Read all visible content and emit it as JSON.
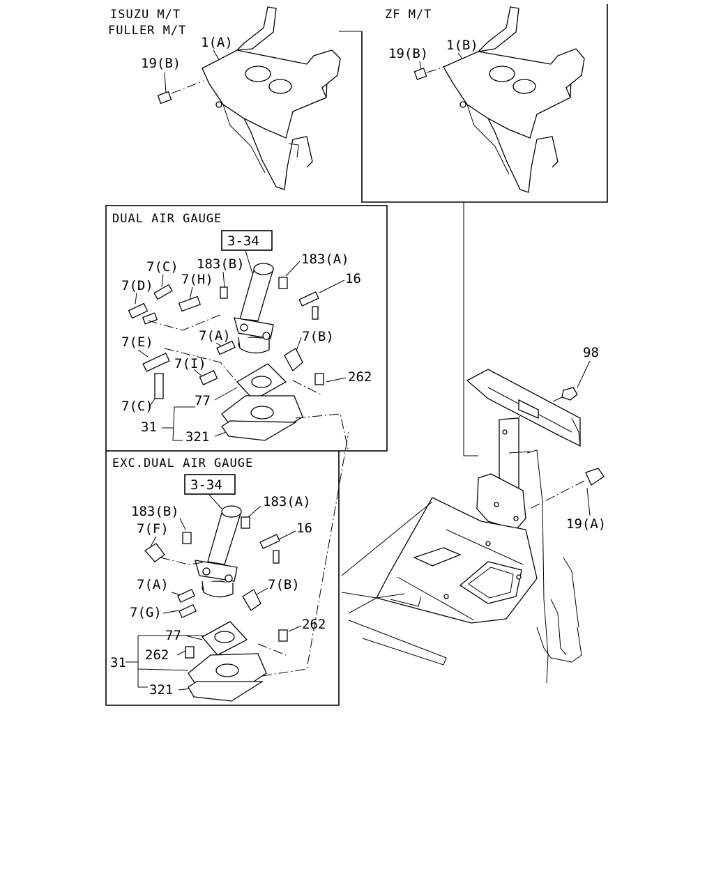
{
  "headers": {
    "isuzu": "ISUZU M/T",
    "fuller": "FULLER M/T",
    "zf": "ZF M/T",
    "dual": "DUAL AIR GAUGE",
    "exc": "EXC.DUAL AIR GAUGE"
  },
  "refs": {
    "dual": "3-34",
    "exc": "3-34"
  },
  "top_left": {
    "bracket": "1(A)",
    "bolt": "19(B)"
  },
  "top_right": {
    "bracket": "1(B)",
    "bolt": "19(B)"
  },
  "dual_labels": {
    "c1": "7(C)",
    "d": "7(D)",
    "h": "7(H)",
    "b183": "183(B)",
    "a183": "183(A)",
    "p16": "16",
    "a7": "7(A)",
    "b7": "7(B)",
    "e": "7(E)",
    "i": "7(I)",
    "p262": "262",
    "c2": "7(C)",
    "p77": "77",
    "p31": "31",
    "p321": "321"
  },
  "exc_labels": {
    "b183": "183(B)",
    "a183": "183(A)",
    "f": "7(F)",
    "p16": "16",
    "a7": "7(A)",
    "b7": "7(B)",
    "g": "7(G)",
    "p77": "77",
    "p262a": "262",
    "p262b": "262",
    "p31": "31",
    "p321": "321"
  },
  "main_labels": {
    "p98": "98",
    "bolt": "19(A)"
  }
}
